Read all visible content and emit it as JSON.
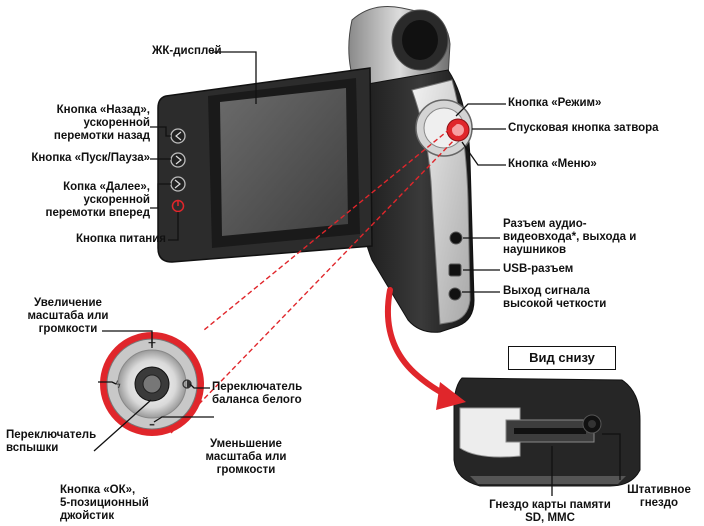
{
  "labels": {
    "lcd": "ЖК-дисплей",
    "back_button": [
      "Кнопка «Назад»,",
      "ускоренной",
      "перемотки назад"
    ],
    "play_pause_button": "Кнопка «Пуск/Пауза»",
    "next_button": [
      "Копка «Далее»,",
      "ускоренной",
      "перемотки вперед"
    ],
    "power_button": "Кнопка питания",
    "mode_button": "Кнопка «Режим»",
    "shutter_button": "Спусковая кнопка затвора",
    "menu_button": "Кнопка «Меню»",
    "av_jack": [
      "Разъем аудио-",
      "видеовхода*, выхода и",
      "наушников"
    ],
    "usb_port": "USB-разъем",
    "hd_out": [
      "Выход сигнала",
      "высокой четкости"
    ],
    "zoom_in": [
      "Увеличение",
      "масштаба или",
      "громкости"
    ],
    "white_balance": [
      "Переключатель",
      "баланса белого"
    ],
    "flash": [
      "Переключатель",
      "вспышки"
    ],
    "zoom_out": [
      "Уменьшение",
      "масштаба или",
      "громкости"
    ],
    "ok_button": [
      "Кнопка «ОК»,",
      "5-позиционный",
      "джойстик"
    ],
    "bottom_view": "Вид снизу",
    "card_slot": [
      "Гнездо карты памяти",
      "SD, MMC"
    ],
    "tripod": [
      "Штативное",
      "гнездо"
    ]
  },
  "colors": {
    "accent_red": "#e0262b",
    "body_dark": "#2b2b2b",
    "screen": "#5a5a5a",
    "silver": "#c9c9c9"
  }
}
